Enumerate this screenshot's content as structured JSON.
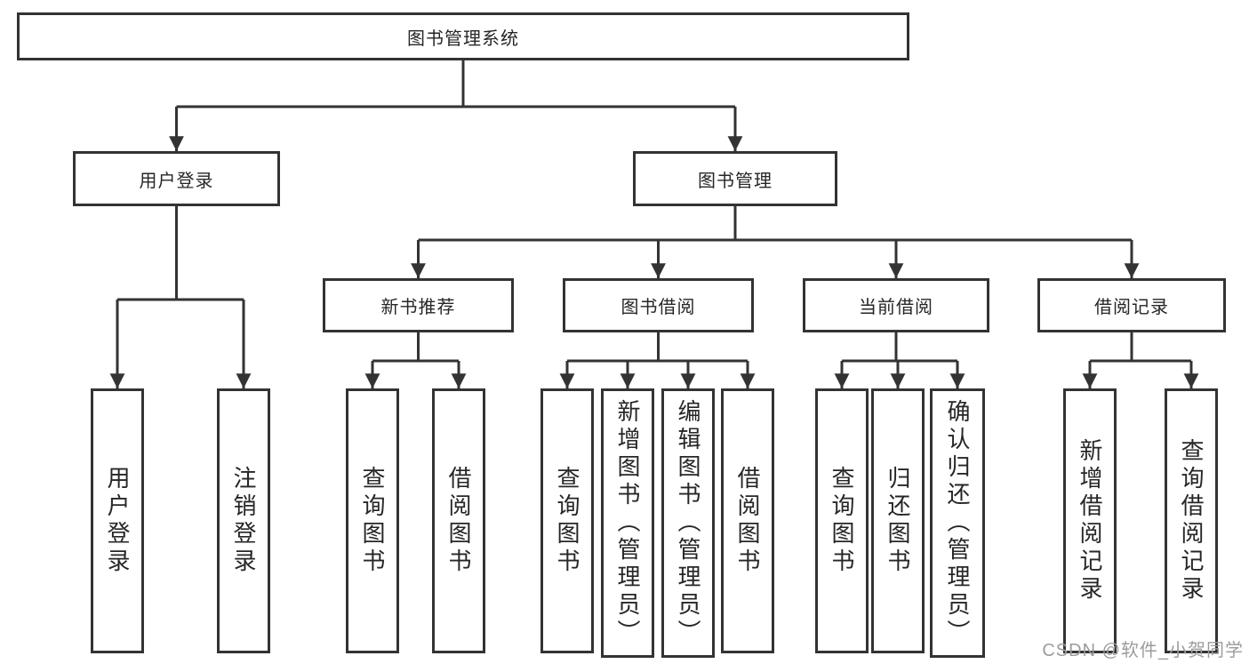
{
  "tree": {
    "root_label": "图书管理系统",
    "user_login": {
      "label": "用户登录",
      "leaves": [
        "用户登录",
        "注销登录"
      ]
    },
    "book_mgmt": {
      "label": "图书管理",
      "groups": [
        {
          "label": "新书推荐",
          "leaves": [
            "查询图书",
            "借阅图书"
          ]
        },
        {
          "label": "图书借阅",
          "leaves": [
            "查询图书",
            "新增图书（管理员）",
            "编辑图书（管理员）",
            "借阅图书"
          ]
        },
        {
          "label": "当前借阅",
          "leaves": [
            "查询图书",
            "归还图书",
            "确认归还（管理员）"
          ]
        },
        {
          "label": "借阅记录",
          "leaves": [
            "新增借阅记录",
            "查询借阅记录"
          ]
        }
      ]
    }
  },
  "watermark": {
    "text": "CSDN @软件_小贺同学"
  },
  "colors": {
    "line": "#333333",
    "text": "#262626",
    "watermark": "#9c9c9c",
    "background": "#ffffff"
  }
}
